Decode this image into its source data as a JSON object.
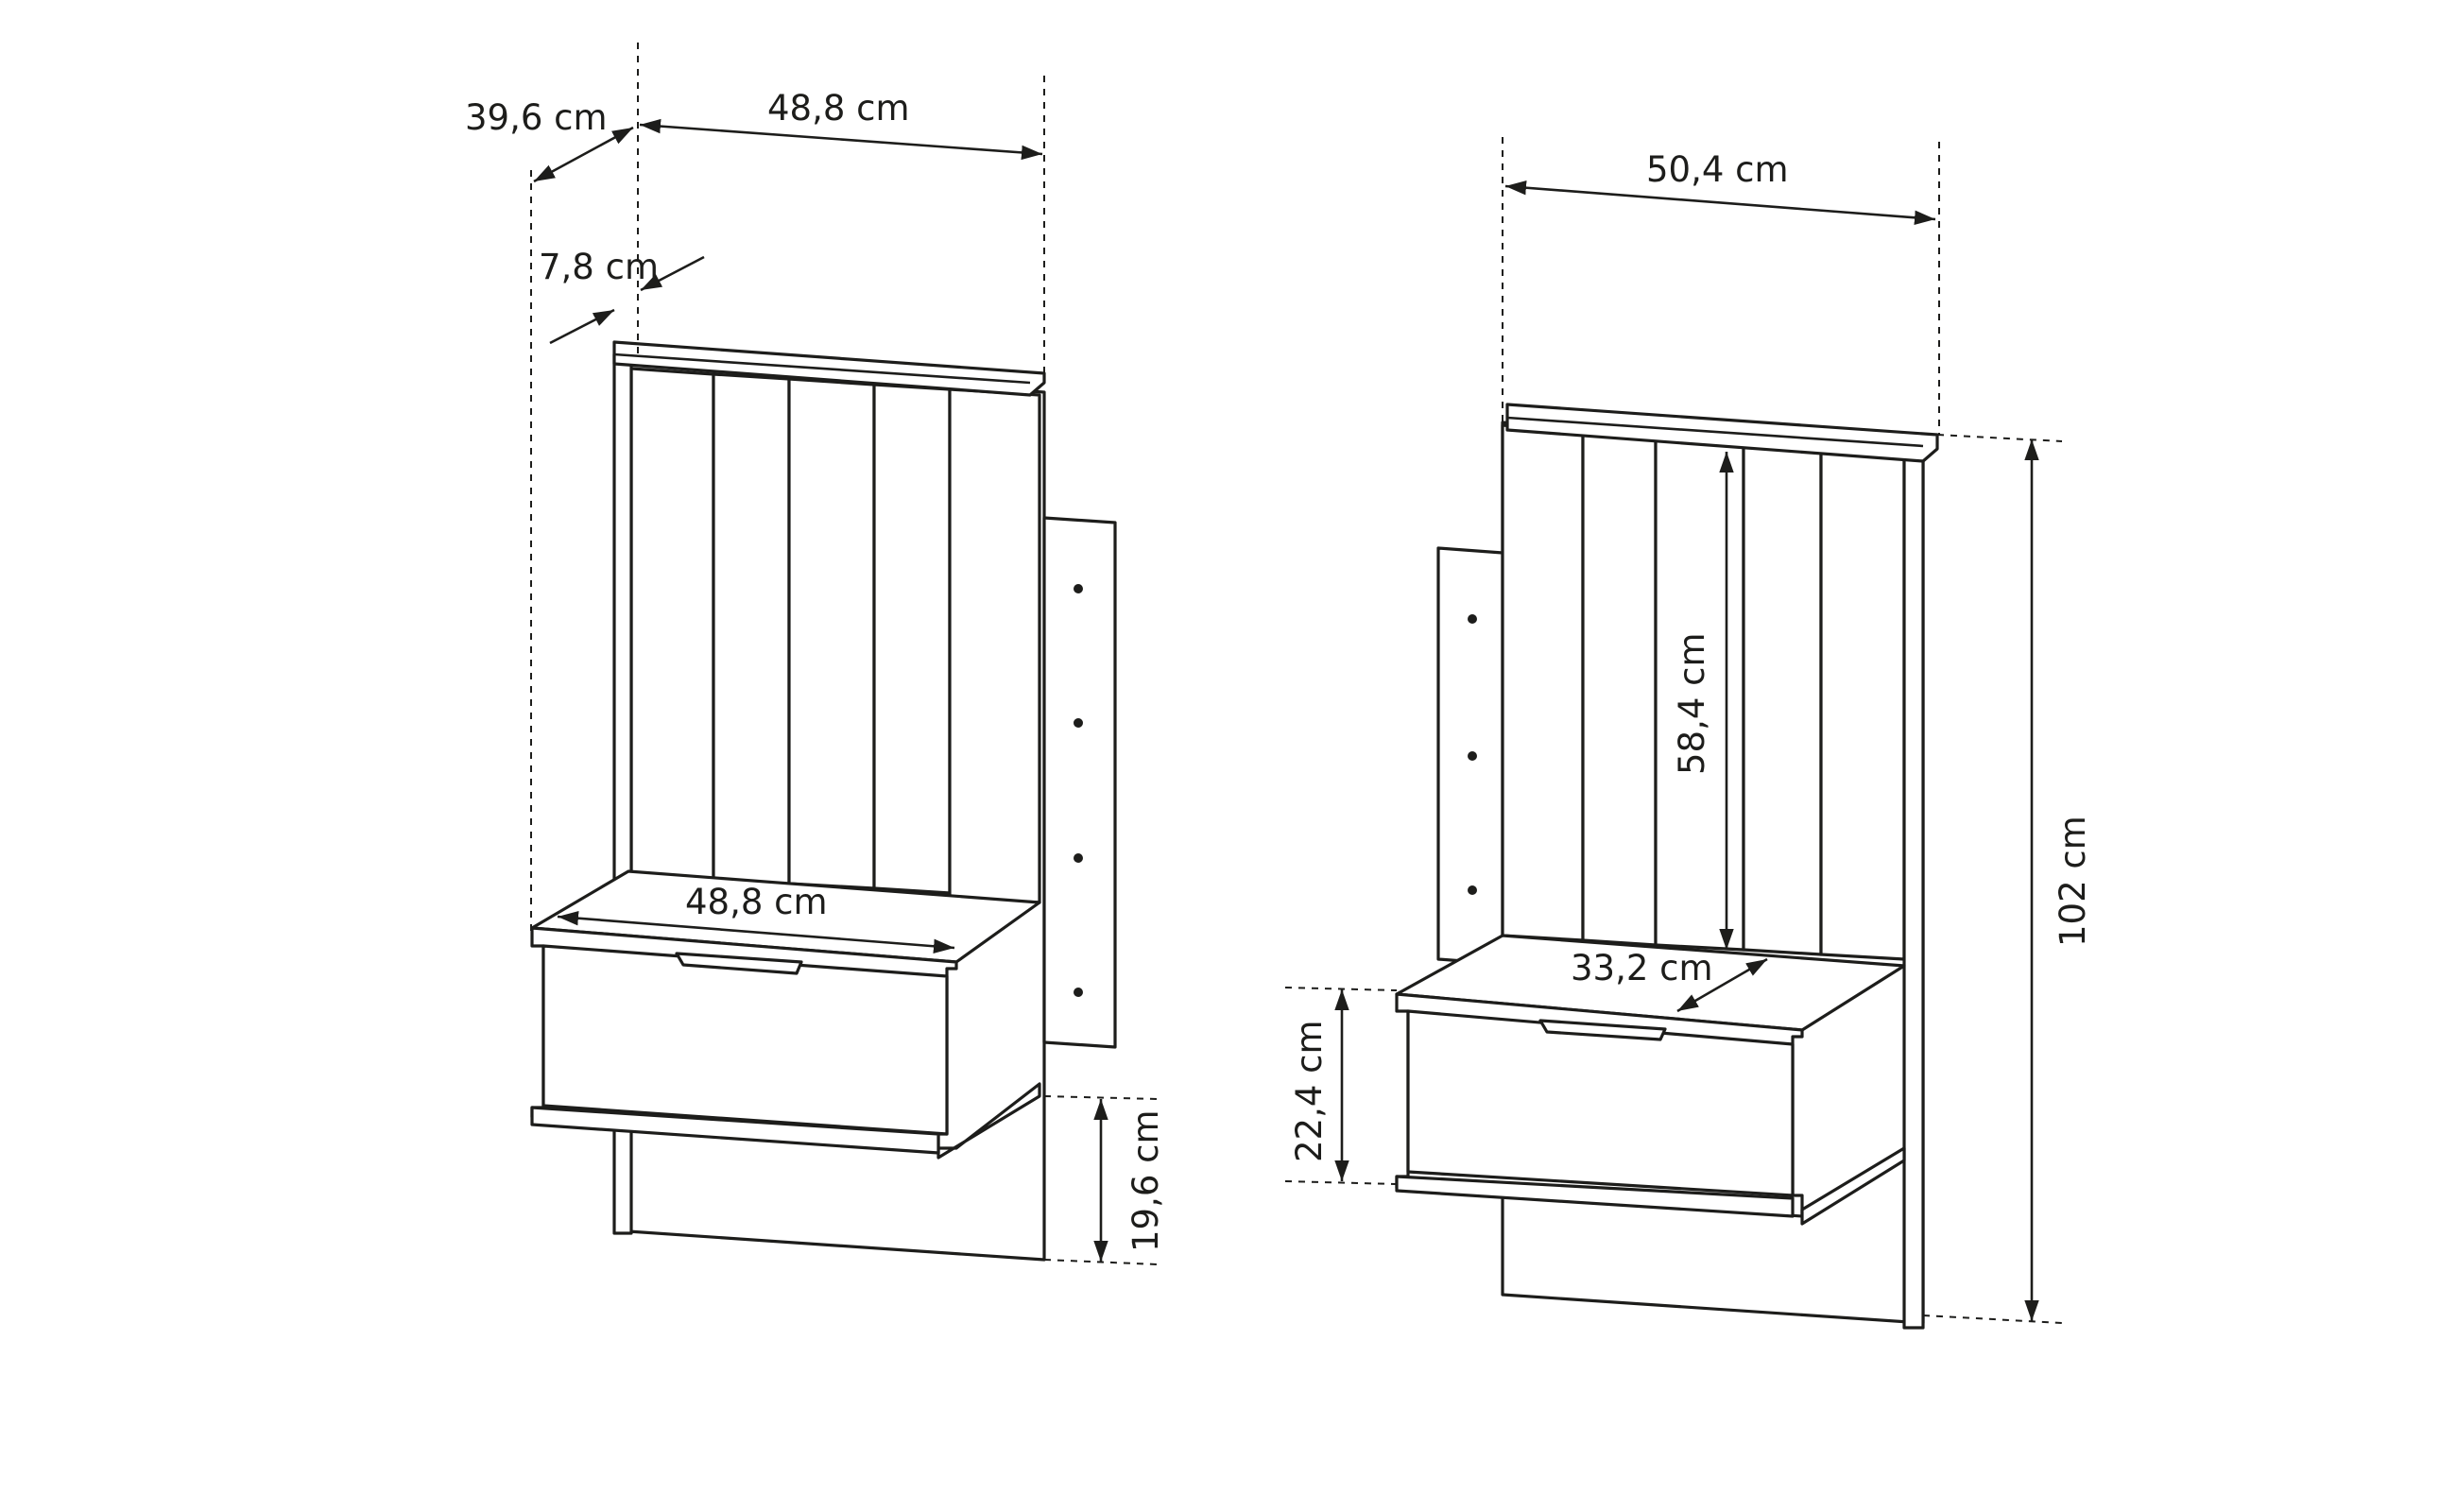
{
  "dimensions": {
    "left_depth": "39,6 cm",
    "left_top_width": "48,8 cm",
    "left_panel_thickness": "7,8 cm",
    "left_shelf_width": "48,8 cm",
    "left_bottom_height": "19,6 cm",
    "right_top_width": "50,4 cm",
    "right_slat_height": "58,4 cm",
    "right_shelf_depth": "33,2 cm",
    "right_drawer_height": "22,4 cm",
    "right_total_height": "102 cm"
  },
  "colors": {
    "line": "#1d1d1b",
    "background": "#ffffff"
  }
}
